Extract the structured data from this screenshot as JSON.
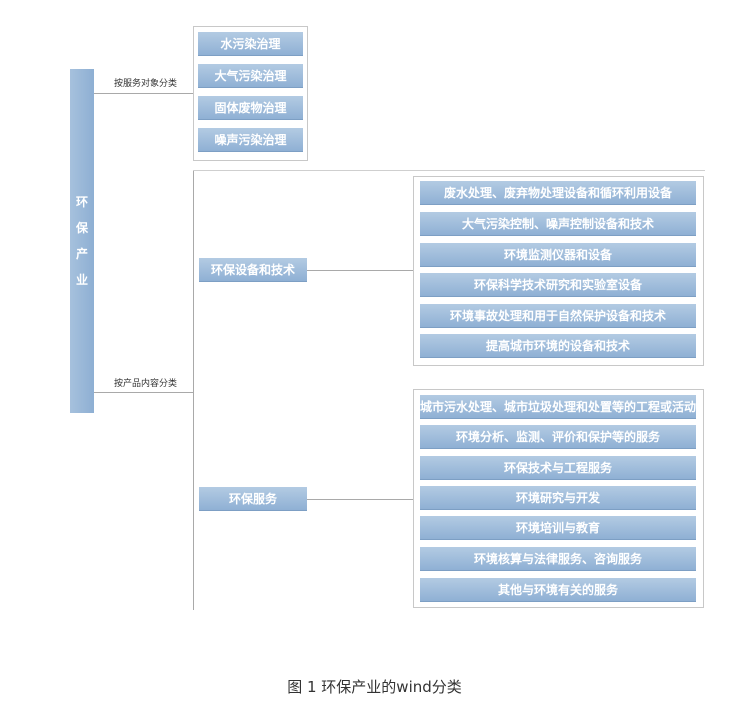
{
  "root": {
    "chars": [
      "环",
      "保",
      "产",
      "业"
    ]
  },
  "branches": {
    "service_object": {
      "label": "按服务对象分类"
    },
    "product_content": {
      "label": "按产品内容分类"
    }
  },
  "service_object_items": [
    "水污染治理",
    "大气污染治理",
    "固体废物治理",
    "噪声污染治理"
  ],
  "equipment": {
    "title": "环保设备和技术",
    "items": [
      "废水处理、废弃物处理设备和循环利用设备",
      "大气污染控制、噪声控制设备和技术",
      "环境监测仪器和设备",
      "环保科学技术研究和实验室设备",
      "环境事故处理和用于自然保护设备和技术",
      "提高城市环境的设备和技术"
    ]
  },
  "services": {
    "title": "环保服务",
    "items": [
      "城市污水处理、城市垃圾处理和处置等的工程或活动",
      "环境分析、监测、评价和保护等的服务",
      "环保技术与工程服务",
      "环境研究与开发",
      "环境培训与教育",
      "环境核算与法律服务、咨询服务",
      "其他与环境有关的服务"
    ]
  },
  "caption": "图 1 环保产业的wind分类",
  "colors": {
    "bar_top": "#b3cbe3",
    "bar_bottom": "#8fb0d4",
    "line": "#a9a9a9"
  }
}
